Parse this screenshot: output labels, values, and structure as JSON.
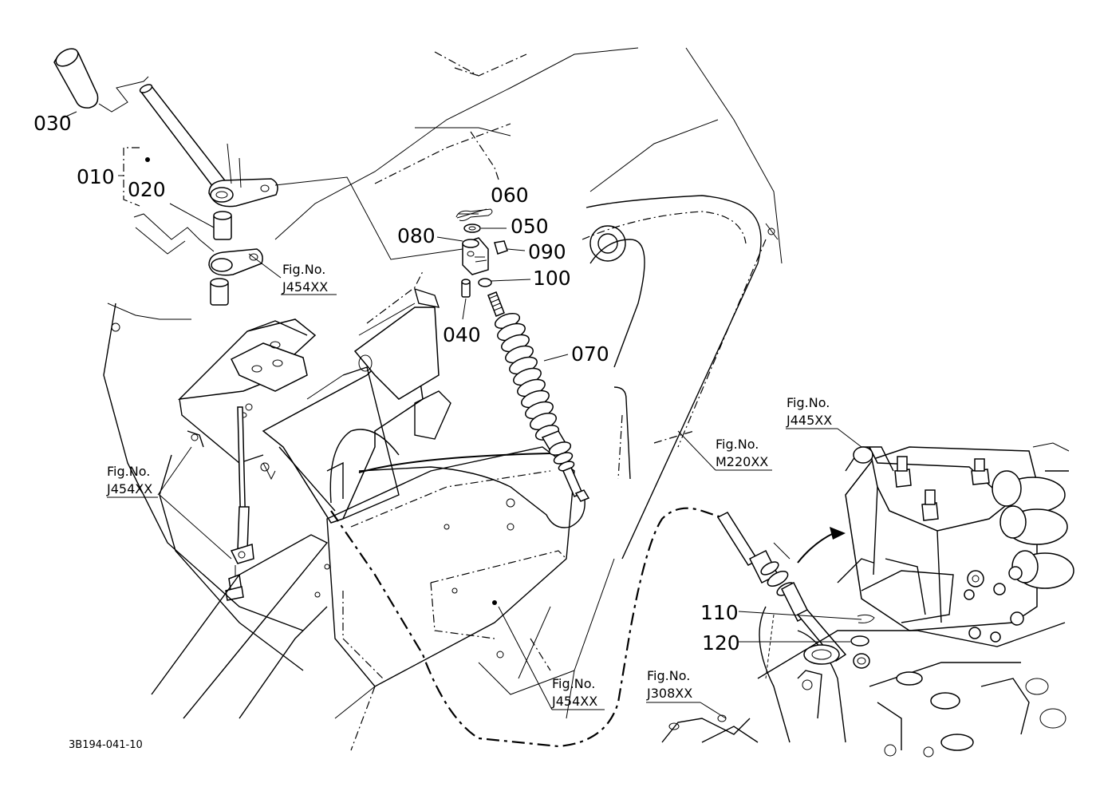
{
  "callouts": {
    "c010": "010",
    "c020": "020",
    "c030": "030",
    "c040": "040",
    "c050": "050",
    "c060": "060",
    "c070": "070",
    "c080": "080",
    "c090": "090",
    "c100": "100",
    "c110": "110",
    "c120": "120"
  },
  "figure_refs": {
    "ref1": {
      "label": "Fig.No.",
      "code": "J454XX"
    },
    "ref2": {
      "label": "Fig.No.",
      "code": "J454XX"
    },
    "ref3": {
      "label": "Fig.No.",
      "code": "M220XX"
    },
    "ref4": {
      "label": "Fig.No.",
      "code": "J445XX"
    },
    "ref5": {
      "label": "Fig.No.",
      "code": "J308XX"
    },
    "ref6": {
      "label": "Fig.No.",
      "code": "J454XX"
    }
  },
  "drawing_code": "3B194-041-10"
}
